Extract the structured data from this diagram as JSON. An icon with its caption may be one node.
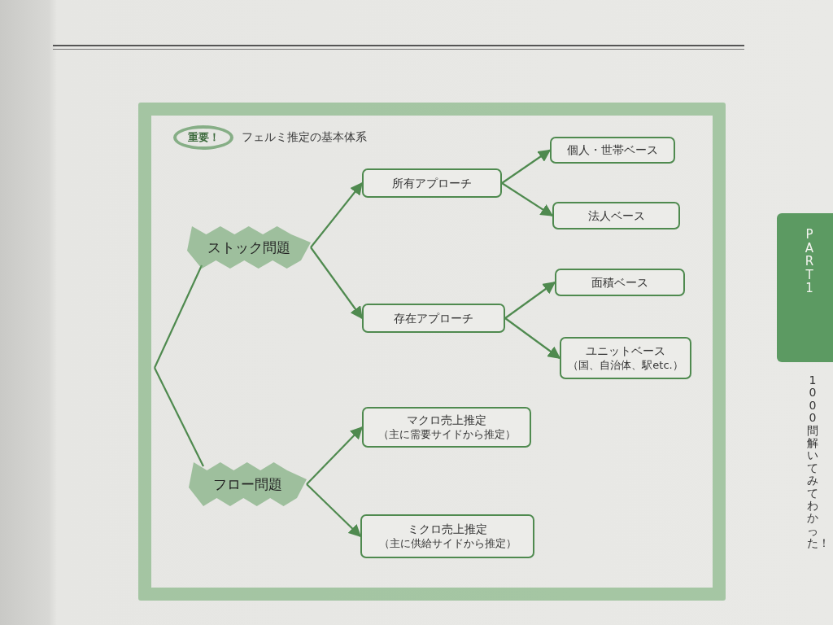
{
  "diagram": {
    "title": "フェルミ推定の基本体系",
    "nodes": [
      {
        "text": [
          "重要！"
        ]
      },
      {
        "text": [
          "ストック問題"
        ]
      },
      {
        "text": [
          "フロー問題"
        ]
      },
      {
        "text": [
          "所有アプローチ"
        ]
      },
      {
        "text": [
          "存在アプローチ"
        ]
      },
      {
        "text": [
          "個人・世帯ベース"
        ]
      },
      {
        "text": [
          "法人ベース"
        ]
      },
      {
        "text": [
          "面積ベース"
        ]
      },
      {
        "text": [
          "ユニットベース",
          "（国、自治体、駅etc.）"
        ]
      },
      {
        "text": [
          "マクロ売上推定",
          "（主に需要サイドから推定）"
        ]
      },
      {
        "text": [
          "ミクロ売上推定",
          "（主に供給サイドから推定）"
        ]
      }
    ],
    "edges": [
      {
        "from": null,
        "to": 1,
        "arrow": "none"
      },
      {
        "from": null,
        "to": 2,
        "arrow": "none"
      },
      {
        "from": 1,
        "to": 3,
        "arrow": "to"
      },
      {
        "from": 1,
        "to": 4,
        "arrow": "to"
      },
      {
        "from": 3,
        "to": 5,
        "arrow": "to"
      },
      {
        "from": 3,
        "to": 6,
        "arrow": "to"
      },
      {
        "from": 4,
        "to": 7,
        "arrow": "to"
      },
      {
        "from": 4,
        "to": 8,
        "arrow": "to"
      },
      {
        "from": 2,
        "to": 9,
        "arrow": "to"
      },
      {
        "from": 2,
        "to": 10,
        "arrow": "to"
      }
    ],
    "labels": [
      "PART 1",
      "1000問解いてみてわかった！"
    ]
  }
}
